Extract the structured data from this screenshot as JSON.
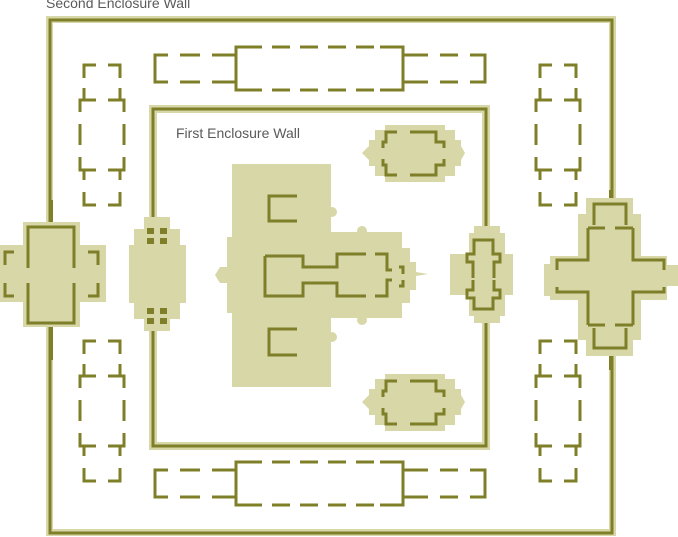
{
  "diagram": {
    "type": "temple floor plan",
    "colors": {
      "fill": "#d7d7a8",
      "stroke": "#7f7f2a",
      "label": "#5a5a5a",
      "background": "#ffffff"
    },
    "labels": {
      "second_enclosure": "Second Enclosure Wall",
      "first_enclosure": "First Enclosure Wall"
    },
    "structures": [
      "second-enclosure-wall",
      "first-enclosure-wall",
      "central-shrine",
      "west-gate-outer",
      "west-gate-inner",
      "east-gate-inner",
      "east-gate-outer",
      "north-gallery",
      "south-gallery",
      "northwest-hall",
      "southwest-hall",
      "northeast-hall",
      "southeast-hall",
      "north-pavilion",
      "south-pavilion"
    ]
  }
}
